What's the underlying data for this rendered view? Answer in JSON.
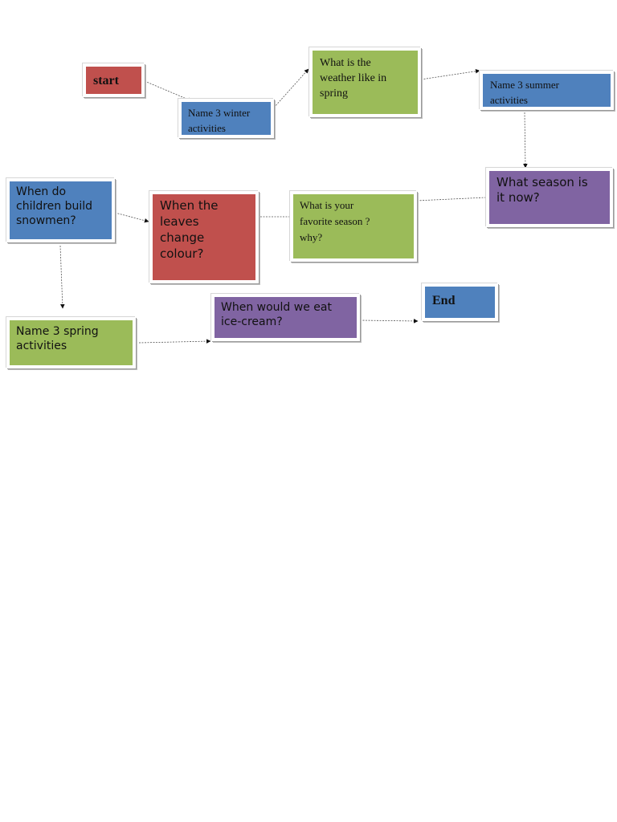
{
  "diagram": {
    "nodes": {
      "start": "start",
      "winter": "Name 3 winter\nactivities",
      "weather": "What is the\nweather  like in\nspring",
      "summer": "Name 3 summer\nactivities",
      "season": "What season is\nit now?",
      "favorite": "What is your\nfavorite season  ?\nwhy?",
      "leaves": "When the\nleaves\nchange\ncolour?",
      "snowmen": "When do\nchildren build\nsnowmen?",
      "spring": "Name 3 spring\nactivities",
      "icecream": "When would we eat\nice-cream?",
      "end": "End"
    },
    "edges": [
      {
        "from": "start",
        "to": "winter"
      },
      {
        "from": "winter",
        "to": "weather"
      },
      {
        "from": "weather",
        "to": "summer"
      },
      {
        "from": "summer",
        "to": "season"
      },
      {
        "from": "season",
        "to": "favorite"
      },
      {
        "from": "favorite",
        "to": "leaves"
      },
      {
        "from": "snowmen",
        "to": "leaves"
      },
      {
        "from": "snowmen",
        "to": "spring"
      },
      {
        "from": "spring",
        "to": "icecream"
      },
      {
        "from": "icecream",
        "to": "end"
      }
    ],
    "colors": {
      "red": "#c0504d",
      "blue": "#4f81bd",
      "green": "#9bbb59",
      "purple": "#8064a2",
      "connector": "#555555"
    }
  }
}
